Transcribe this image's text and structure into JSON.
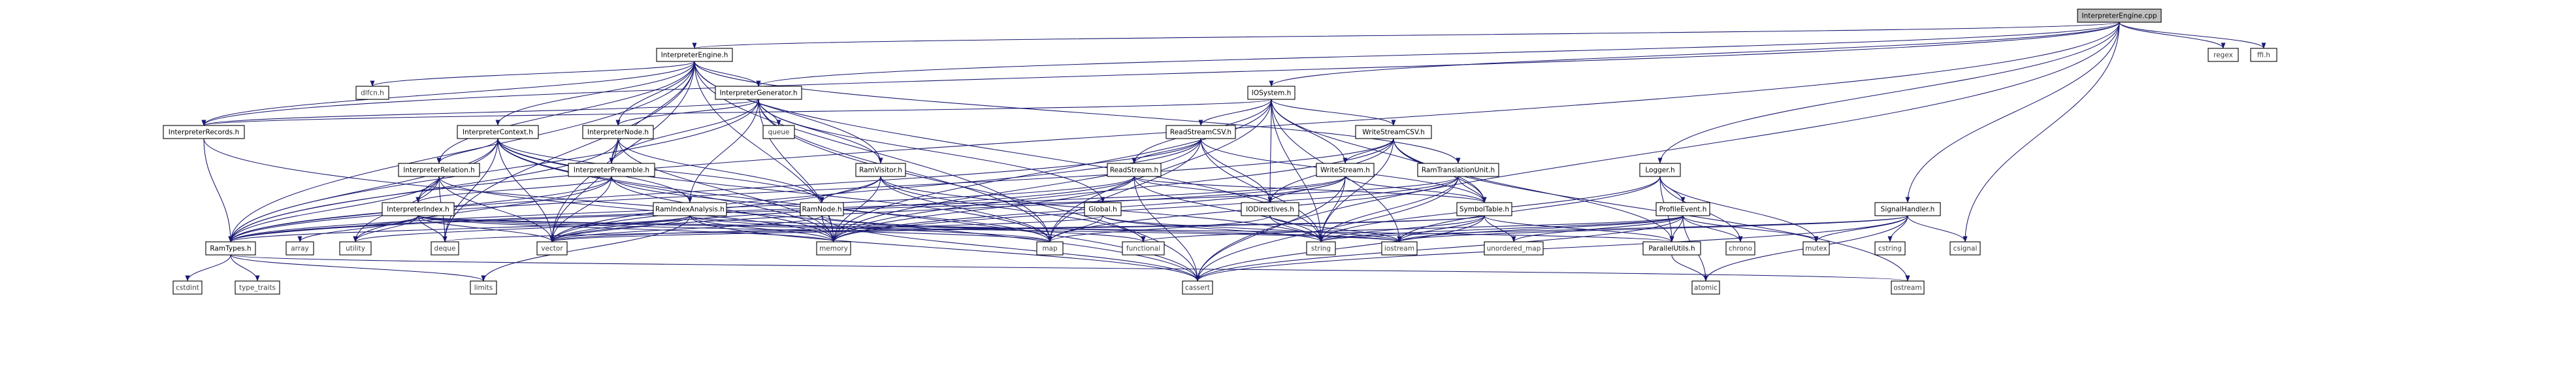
{
  "diagram": {
    "type": "include-dependency-graph",
    "root": "InterpreterEngine.cpp",
    "colors": {
      "root_fill": "#bfbfbf",
      "node_fill": "#ffffff",
      "node_border_default": "#000000",
      "node_border_truncated": "#ff0000",
      "node_text_default": "#000000",
      "node_text_system": "#404040",
      "edge": "#191970"
    },
    "nodes": [
      {
        "id": "root",
        "label": "InterpreterEngine.cpp",
        "kind": "root"
      },
      {
        "id": "engine_h",
        "label": "InterpreterEngine.h",
        "kind": "project"
      },
      {
        "id": "iosystem_h",
        "label": "IOSystem.h",
        "kind": "project"
      },
      {
        "id": "logger_h",
        "label": "Logger.h",
        "kind": "project"
      },
      {
        "id": "signalhandler_h",
        "label": "SignalHandler.h",
        "kind": "project"
      },
      {
        "id": "regex",
        "label": "regex",
        "kind": "system"
      },
      {
        "id": "ffi_h",
        "label": "ffi.h",
        "kind": "system"
      },
      {
        "id": "dlfcn_h",
        "label": "dlfcn.h",
        "kind": "system"
      },
      {
        "id": "generator_h",
        "label": "InterpreterGenerator.h",
        "kind": "project"
      },
      {
        "id": "records_h",
        "label": "InterpreterRecords.h",
        "kind": "project"
      },
      {
        "id": "context_h",
        "label": "InterpreterContext.h",
        "kind": "project"
      },
      {
        "id": "node_h",
        "label": "InterpreterNode.h",
        "kind": "project"
      },
      {
        "id": "queue",
        "label": "queue",
        "kind": "system"
      },
      {
        "id": "readcsv_h",
        "label": "ReadStreamCSV.h",
        "kind": "truncated"
      },
      {
        "id": "writecsv_h",
        "label": "WriteStreamCSV.h",
        "kind": "truncated"
      },
      {
        "id": "relation_h",
        "label": "InterpreterRelation.h",
        "kind": "project"
      },
      {
        "id": "preamble_h",
        "label": "InterpreterPreamble.h",
        "kind": "project"
      },
      {
        "id": "ramvisitor_h",
        "label": "RamVisitor.h",
        "kind": "truncated"
      },
      {
        "id": "readstream_h",
        "label": "ReadStream.h",
        "kind": "project"
      },
      {
        "id": "writestream_h",
        "label": "WriteStream.h",
        "kind": "project"
      },
      {
        "id": "ramtrans_h",
        "label": "RamTranslationUnit.h",
        "kind": "truncated"
      },
      {
        "id": "interpindex_h",
        "label": "InterpreterIndex.h",
        "kind": "truncated"
      },
      {
        "id": "ramindex_h",
        "label": "RamIndexAnalysis.h",
        "kind": "truncated"
      },
      {
        "id": "ramnode_h",
        "label": "RamNode.h",
        "kind": "truncated"
      },
      {
        "id": "global_h",
        "label": "Global.h",
        "kind": "project"
      },
      {
        "id": "iodirectives_h",
        "label": "IODirectives.h",
        "kind": "truncated"
      },
      {
        "id": "symboltable_h",
        "label": "SymbolTable.h",
        "kind": "truncated"
      },
      {
        "id": "profileevent_h",
        "label": "ProfileEvent.h",
        "kind": "truncated"
      },
      {
        "id": "ramtypes_h",
        "label": "RamTypes.h",
        "kind": "project"
      },
      {
        "id": "array",
        "label": "array",
        "kind": "system"
      },
      {
        "id": "utility",
        "label": "utility",
        "kind": "system"
      },
      {
        "id": "deque",
        "label": "deque",
        "kind": "system"
      },
      {
        "id": "vector",
        "label": "vector",
        "kind": "system"
      },
      {
        "id": "memory",
        "label": "memory",
        "kind": "system"
      },
      {
        "id": "map",
        "label": "map",
        "kind": "system"
      },
      {
        "id": "functional",
        "label": "functional",
        "kind": "system"
      },
      {
        "id": "string",
        "label": "string",
        "kind": "system"
      },
      {
        "id": "iostream",
        "label": "iostream",
        "kind": "system"
      },
      {
        "id": "unordered_map",
        "label": "unordered_map",
        "kind": "system"
      },
      {
        "id": "parallelutils_h",
        "label": "ParallelUtils.h",
        "kind": "project"
      },
      {
        "id": "chrono",
        "label": "chrono",
        "kind": "system"
      },
      {
        "id": "mutex",
        "label": "mutex",
        "kind": "system"
      },
      {
        "id": "cstring",
        "label": "cstring",
        "kind": "system"
      },
      {
        "id": "csignal",
        "label": "csignal",
        "kind": "system"
      },
      {
        "id": "cstdint",
        "label": "cstdint",
        "kind": "system"
      },
      {
        "id": "type_traits",
        "label": "type_traits",
        "kind": "system"
      },
      {
        "id": "limits",
        "label": "limits",
        "kind": "system"
      },
      {
        "id": "cassert",
        "label": "cassert",
        "kind": "system"
      },
      {
        "id": "atomic",
        "label": "atomic",
        "kind": "system"
      },
      {
        "id": "ostream",
        "label": "ostream",
        "kind": "system"
      }
    ],
    "edges": [
      [
        "root",
        "engine_h"
      ],
      [
        "root",
        "iosystem_h"
      ],
      [
        "root",
        "logger_h"
      ],
      [
        "root",
        "signalhandler_h"
      ],
      [
        "root",
        "regex"
      ],
      [
        "root",
        "ffi_h"
      ],
      [
        "root",
        "records_h"
      ],
      [
        "root",
        "generator_h"
      ],
      [
        "root",
        "ramtypes_h"
      ],
      [
        "root",
        "cassert"
      ],
      [
        "root",
        "csignal"
      ],
      [
        "engine_h",
        "dlfcn_h"
      ],
      [
        "engine_h",
        "generator_h"
      ],
      [
        "engine_h",
        "records_h"
      ],
      [
        "engine_h",
        "context_h"
      ],
      [
        "engine_h",
        "node_h"
      ],
      [
        "engine_h",
        "relation_h"
      ],
      [
        "engine_h",
        "preamble_h"
      ],
      [
        "engine_h",
        "ramvisitor_h"
      ],
      [
        "engine_h",
        "ramtrans_h"
      ],
      [
        "engine_h",
        "ramtypes_h"
      ],
      [
        "engine_h",
        "deque"
      ],
      [
        "engine_h",
        "map"
      ],
      [
        "engine_h",
        "memory"
      ],
      [
        "engine_h",
        "vector"
      ],
      [
        "engine_h",
        "string"
      ],
      [
        "generator_h",
        "queue"
      ],
      [
        "generator_h",
        "node_h"
      ],
      [
        "generator_h",
        "preamble_h"
      ],
      [
        "generator_h",
        "ramvisitor_h"
      ],
      [
        "generator_h",
        "ramindex_h"
      ],
      [
        "generator_h",
        "global_h"
      ],
      [
        "generator_h",
        "records_h"
      ],
      [
        "generator_h",
        "memory"
      ],
      [
        "generator_h",
        "map"
      ],
      [
        "generator_h",
        "ramtypes_h"
      ],
      [
        "generator_h",
        "cassert"
      ],
      [
        "records_h",
        "ramtypes_h"
      ],
      [
        "records_h",
        "cassert"
      ],
      [
        "context_h",
        "relation_h"
      ],
      [
        "context_h",
        "interpindex_h"
      ],
      [
        "context_h",
        "ramindex_h"
      ],
      [
        "context_h",
        "ramnode_h"
      ],
      [
        "context_h",
        "ramtypes_h"
      ],
      [
        "context_h",
        "memory"
      ],
      [
        "context_h",
        "vector"
      ],
      [
        "context_h",
        "map"
      ],
      [
        "context_h",
        "deque"
      ],
      [
        "context_h",
        "cassert"
      ],
      [
        "node_h",
        "preamble_h"
      ],
      [
        "node_h",
        "ramnode_h"
      ],
      [
        "node_h",
        "ramtypes_h"
      ],
      [
        "node_h",
        "memory"
      ],
      [
        "node_h",
        "vector"
      ],
      [
        "relation_h",
        "interpindex_h"
      ],
      [
        "relation_h",
        "ramtypes_h"
      ],
      [
        "relation_h",
        "deque"
      ],
      [
        "relation_h",
        "memory"
      ],
      [
        "relation_h",
        "vector"
      ],
      [
        "relation_h",
        "utility"
      ],
      [
        "preamble_h",
        "interpindex_h"
      ],
      [
        "preamble_h",
        "ramtypes_h"
      ],
      [
        "preamble_h",
        "memory"
      ],
      [
        "preamble_h",
        "vector"
      ],
      [
        "preamble_h",
        "utility"
      ],
      [
        "preamble_h",
        "map"
      ],
      [
        "ramvisitor_h",
        "ramnode_h"
      ],
      [
        "ramvisitor_h",
        "vector"
      ],
      [
        "ramvisitor_h",
        "functional"
      ],
      [
        "ramvisitor_h",
        "memory"
      ],
      [
        "ramvisitor_h",
        "string"
      ],
      [
        "ramvisitor_h",
        "map"
      ],
      [
        "interpindex_h",
        "ramtypes_h"
      ],
      [
        "interpindex_h",
        "array"
      ],
      [
        "interpindex_h",
        "utility"
      ],
      [
        "interpindex_h",
        "deque"
      ],
      [
        "interpindex_h",
        "vector"
      ],
      [
        "interpindex_h",
        "memory"
      ],
      [
        "interpindex_h",
        "map"
      ],
      [
        "interpindex_h",
        "iostream"
      ],
      [
        "interpindex_h",
        "parallelutils_h"
      ],
      [
        "ramindex_h",
        "ramtypes_h"
      ],
      [
        "ramindex_h",
        "vector"
      ],
      [
        "ramindex_h",
        "memory"
      ],
      [
        "ramindex_h",
        "map"
      ],
      [
        "ramindex_h",
        "limits"
      ],
      [
        "ramindex_h",
        "cassert"
      ],
      [
        "ramindex_h",
        "utility"
      ],
      [
        "ramindex_h",
        "iostream"
      ],
      [
        "ramnode_h",
        "vector"
      ],
      [
        "ramnode_h",
        "memory"
      ],
      [
        "ramnode_h",
        "functional"
      ],
      [
        "ramnode_h",
        "cassert"
      ],
      [
        "ramtypes_h",
        "cstdint"
      ],
      [
        "ramtypes_h",
        "type_traits"
      ],
      [
        "ramtypes_h",
        "limits"
      ],
      [
        "ramtypes_h",
        "ostream"
      ],
      [
        "iosystem_h",
        "readcsv_h"
      ],
      [
        "iosystem_h",
        "writecsv_h"
      ],
      [
        "iosystem_h",
        "readstream_h"
      ],
      [
        "iosystem_h",
        "writestream_h"
      ],
      [
        "iosystem_h",
        "iodirectives_h"
      ],
      [
        "iosystem_h",
        "symboltable_h"
      ],
      [
        "iosystem_h",
        "map"
      ],
      [
        "iosystem_h",
        "memory"
      ],
      [
        "iosystem_h",
        "string"
      ],
      [
        "iosystem_h",
        "iostream"
      ],
      [
        "iosystem_h",
        "records_h"
      ],
      [
        "readcsv_h",
        "readstream_h"
      ],
      [
        "readcsv_h",
        "iodirectives_h"
      ],
      [
        "readcsv_h",
        "symboltable_h"
      ],
      [
        "readcsv_h",
        "ramtypes_h"
      ],
      [
        "readcsv_h",
        "map"
      ],
      [
        "readcsv_h",
        "memory"
      ],
      [
        "readcsv_h",
        "string"
      ],
      [
        "readcsv_h",
        "vector"
      ],
      [
        "writecsv_h",
        "writestream_h"
      ],
      [
        "writecsv_h",
        "iodirectives_h"
      ],
      [
        "writecsv_h",
        "symboltable_h"
      ],
      [
        "writecsv_h",
        "ramtypes_h"
      ],
      [
        "writecsv_h",
        "string"
      ],
      [
        "writecsv_h",
        "memory"
      ],
      [
        "writecsv_h",
        "parallelutils_h"
      ],
      [
        "writecsv_h",
        "ostream"
      ],
      [
        "readstream_h",
        "iodirectives_h"
      ],
      [
        "readstream_h",
        "symboltable_h"
      ],
      [
        "readstream_h",
        "ramtypes_h"
      ],
      [
        "readstream_h",
        "memory"
      ],
      [
        "readstream_h",
        "string"
      ],
      [
        "readstream_h",
        "vector"
      ],
      [
        "readstream_h",
        "cassert"
      ],
      [
        "writestream_h",
        "iodirectives_h"
      ],
      [
        "writestream_h",
        "symboltable_h"
      ],
      [
        "writestream_h",
        "ramtypes_h"
      ],
      [
        "writestream_h",
        "string"
      ],
      [
        "writestream_h",
        "memory"
      ],
      [
        "writestream_h",
        "vector"
      ],
      [
        "writestream_h",
        "cassert"
      ],
      [
        "ramtrans_h",
        "symboltable_h"
      ],
      [
        "ramtrans_h",
        "ramtypes_h"
      ],
      [
        "ramtrans_h",
        "memory"
      ],
      [
        "ramtrans_h",
        "string"
      ],
      [
        "ramtrans_h",
        "map"
      ],
      [
        "ramtrans_h",
        "cassert"
      ],
      [
        "global_h",
        "map"
      ],
      [
        "global_h",
        "string"
      ],
      [
        "global_h",
        "iostream"
      ],
      [
        "global_h",
        "vector"
      ],
      [
        "iodirectives_h",
        "map"
      ],
      [
        "iodirectives_h",
        "string"
      ],
      [
        "iodirectives_h",
        "iostream"
      ],
      [
        "symboltable_h",
        "parallelutils_h"
      ],
      [
        "symboltable_h",
        "unordered_map"
      ],
      [
        "symboltable_h",
        "iostream"
      ],
      [
        "symboltable_h",
        "string"
      ],
      [
        "symboltable_h",
        "vector"
      ],
      [
        "symboltable_h",
        "deque"
      ],
      [
        "symboltable_h",
        "cassert"
      ],
      [
        "logger_h",
        "profileevent_h"
      ],
      [
        "logger_h",
        "string"
      ],
      [
        "logger_h",
        "iostream"
      ],
      [
        "logger_h",
        "chrono"
      ],
      [
        "logger_h",
        "mutex"
      ],
      [
        "logger_h",
        "parallelutils_h"
      ],
      [
        "profileevent_h",
        "parallelutils_h"
      ],
      [
        "profileevent_h",
        "chrono"
      ],
      [
        "profileevent_h",
        "unordered_map"
      ],
      [
        "profileevent_h",
        "string"
      ],
      [
        "profileevent_h",
        "iostream"
      ],
      [
        "profileevent_h",
        "functional"
      ],
      [
        "profileevent_h",
        "mutex"
      ],
      [
        "profileevent_h",
        "atomic"
      ],
      [
        "profileevent_h",
        "cassert"
      ],
      [
        "parallelutils_h",
        "atomic"
      ],
      [
        "signalhandler_h",
        "cassert"
      ],
      [
        "signalhandler_h",
        "csignal"
      ],
      [
        "signalhandler_h",
        "cstring"
      ],
      [
        "signalhandler_h",
        "iostream"
      ],
      [
        "signalhandler_h",
        "mutex"
      ],
      [
        "signalhandler_h",
        "atomic"
      ],
      [
        "signalhandler_h",
        "string"
      ]
    ]
  }
}
